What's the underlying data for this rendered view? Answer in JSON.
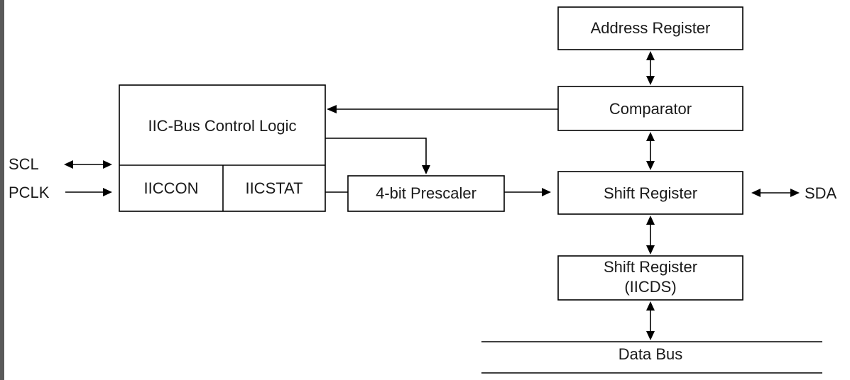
{
  "diagram": {
    "blocks": {
      "address_register": "Address Register",
      "comparator": "Comparator",
      "control_logic": "IIC-Bus Control Logic",
      "iiccon": "IICCON",
      "iicstat": "IICSTAT",
      "prescaler": "4-bit Prescaler",
      "shift_register": "Shift Register",
      "iicds_line1": "Shift Register",
      "iicds_line2": "(IICDS)",
      "data_bus": "Data Bus"
    },
    "signals": {
      "scl": "SCL",
      "pclk": "PCLK",
      "sda": "SDA"
    },
    "colors": {
      "line": "#000000",
      "text": "#1a1a1a",
      "background": "#ffffff",
      "frame_edge": "#5a5a5a"
    }
  }
}
